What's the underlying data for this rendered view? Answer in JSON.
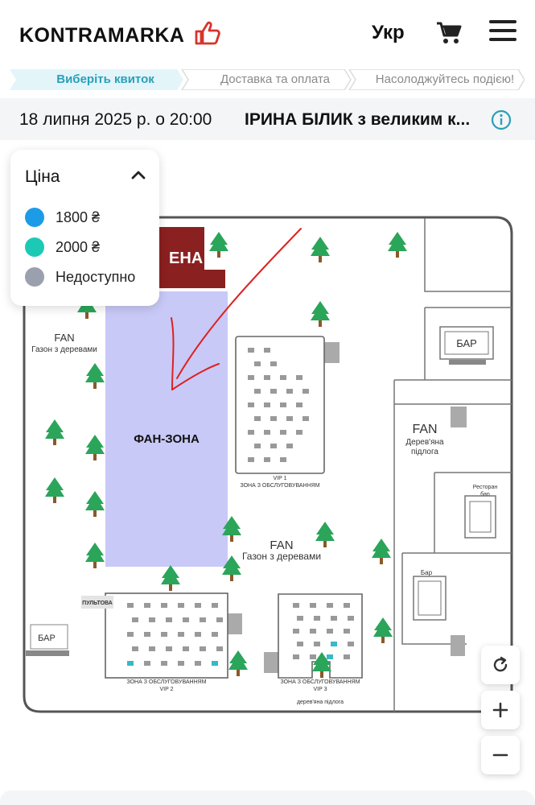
{
  "header": {
    "logo_text": "KONTRAMARKA",
    "language": "Укр",
    "icons": [
      "thumbs-up-icon",
      "cart-icon",
      "menu-icon"
    ]
  },
  "steps": [
    {
      "label": "Виберіть квиток",
      "active": true
    },
    {
      "label": "Доставка та оплата",
      "active": false
    },
    {
      "label": "Насолоджуйтесь подією!",
      "active": false
    }
  ],
  "event": {
    "date": "18 липня 2025 р. о 20:00",
    "name": "ІРИНА БІЛИК з великим к..."
  },
  "legend": {
    "title": "Ціна",
    "items": [
      {
        "label": "1800 ₴",
        "color": "#1e9be6"
      },
      {
        "label": "2000 ₴",
        "color": "#1cc9b4"
      },
      {
        "label": "Недоступно",
        "color": "#9aa0ad"
      }
    ]
  },
  "map": {
    "stage": "ЕНА",
    "fan_zone": "ФАН-ЗОНА",
    "fan_left": "FAN",
    "fan_left_sub": "Газон з деревами",
    "fan_center": "FAN",
    "fan_center_sub": "Газон з деревами",
    "fan_right": "FAN",
    "fan_right_sub1": "Дерев'яна",
    "fan_right_sub2": "підлога",
    "bar": "БАР",
    "bar_lower_right": "Бар",
    "restaurant1": "Ресторан",
    "restaurant2": "бар",
    "vip1_1": "VIP 1",
    "vip1_2": "ЗОНА З ОБСЛУГОВУВАННЯМ",
    "vip2_1": "ЗОНА З ОБСЛУГОВУВАННЯМ",
    "vip2_2": "VIP 2",
    "vip3_1": "ЗОНА З ОБСЛУГОВУВАННЯМ",
    "vip3_2": "VIP 3",
    "console": "ПУЛЬТОВА",
    "wood_floor": "дерев'яна підлога"
  },
  "colors": {
    "brand_red": "#d9342b",
    "accent_teal": "#2aa0b8",
    "fan_zone": "#c9c9f7",
    "stage": "#8b2020",
    "tree": "#2aa55a"
  }
}
